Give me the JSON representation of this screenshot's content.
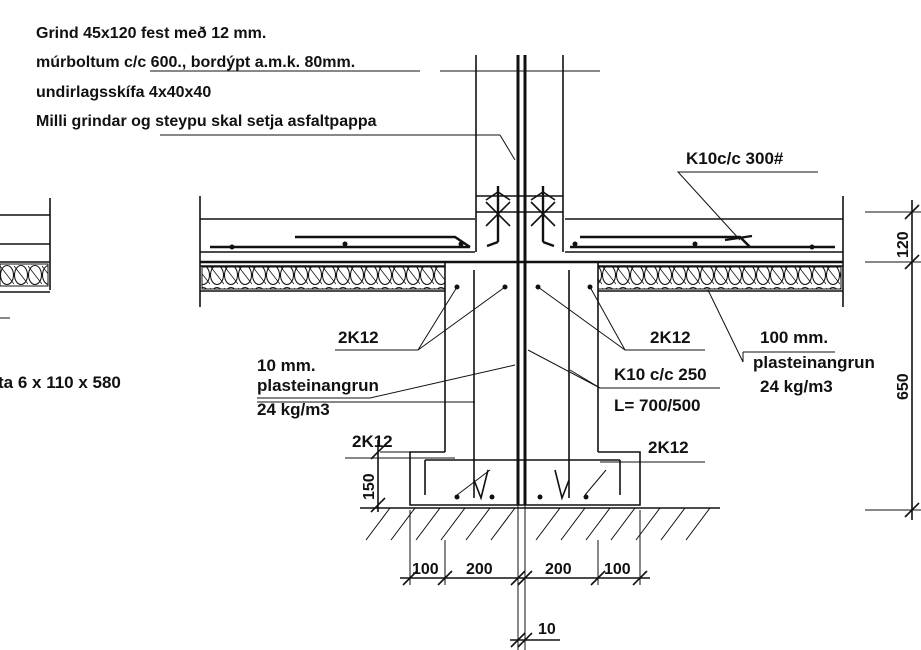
{
  "notes": {
    "line1": "Grind 45x120 fest með 12 mm.",
    "line2": "múrboltum c/c 600., bordýpt a.m.k. 80mm.",
    "line3": "undirlagsskífa 4x40x40",
    "line4": "Milli grindar og steypu skal setja asfaltpappa"
  },
  "labels": {
    "top_rebar": "K10c/c 300#",
    "rebar_left_upper": "2K12",
    "rebar_right_upper": "2K12",
    "rebar_left_lower": "2K12",
    "rebar_right_lower": "2K12",
    "stirrup": "K10 c/c 250",
    "stirrup_length": "L= 700/500",
    "insul_right_1": "100 mm.",
    "insul_right_2": "plasteinangrun",
    "insul_right_3": "24 kg/m3",
    "insul_left_1": "10 mm.",
    "insul_left_2": "plasteinangrun",
    "insul_left_3": "24 kg/m3",
    "cut_text": "ta 6 x 110 x 580"
  },
  "dimensions": {
    "slab": "120",
    "wall_height": "650",
    "footing_height": "150",
    "w1": "100",
    "w2": "200",
    "w3": "200",
    "w4": "100",
    "gap": "10"
  }
}
